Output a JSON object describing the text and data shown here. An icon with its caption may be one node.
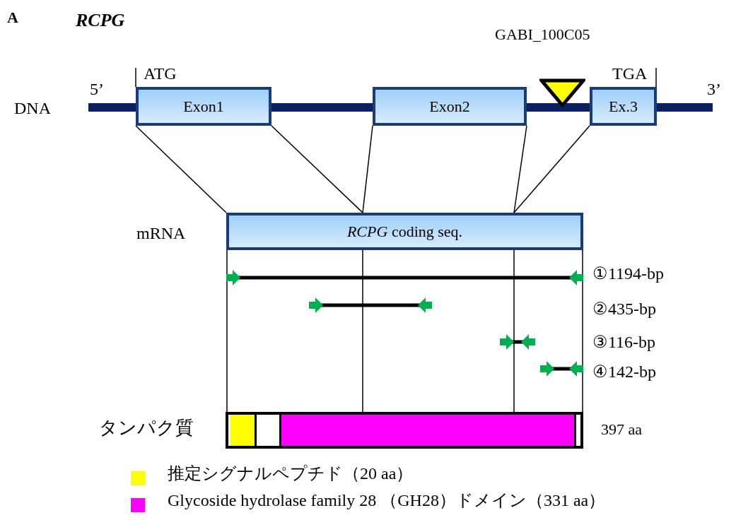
{
  "diagram": {
    "title": "RCPG",
    "nodes": [
      {
        "text": [
          "Exon1"
        ]
      },
      {
        "text": [
          "Exon2"
        ]
      },
      {
        "text": [
          "Ex.3"
        ]
      },
      {
        "text": [
          "*RCPG* coding seq."
        ]
      },
      {
        "text": [],
        "shape": "triangle",
        "beside": [
          "GABI_100C05"
        ]
      },
      {
        "text": [],
        "shape": "bar",
        "beside": [
          "397 aa"
        ]
      }
    ],
    "edges": [
      {
        "from": 0,
        "to": 3,
        "arrow": "none"
      },
      {
        "from": 0,
        "to": 3,
        "arrow": "none"
      },
      {
        "from": 1,
        "to": 3,
        "arrow": "none"
      },
      {
        "from": 1,
        "to": 3,
        "arrow": "none"
      },
      {
        "from": 2,
        "to": 3,
        "arrow": "none"
      },
      {
        "from": 3,
        "to": 5,
        "arrow": "none"
      },
      {
        "from": 3,
        "to": 5,
        "arrow": "none"
      },
      {
        "from": 3,
        "to": 5,
        "arrow": "none"
      },
      {
        "from": 3,
        "to": 5,
        "arrow": "none"
      }
    ],
    "labels": [
      "A",
      "ATG",
      "TGA",
      "5’",
      "DNA",
      "3’",
      "mRNA",
      "①1194-bp",
      "②435-bp",
      "③116-bp",
      "④142-bp",
      "タンパク質"
    ],
    "legend": [
      {
        "text": "推定シグナルペプチド（20 aa）",
        "color": "#ffff00"
      },
      {
        "text": "Glycoside hydrolase family 28 （GH28）ドメイン（331 aa）",
        "color": "#ff00ff"
      }
    ]
  }
}
